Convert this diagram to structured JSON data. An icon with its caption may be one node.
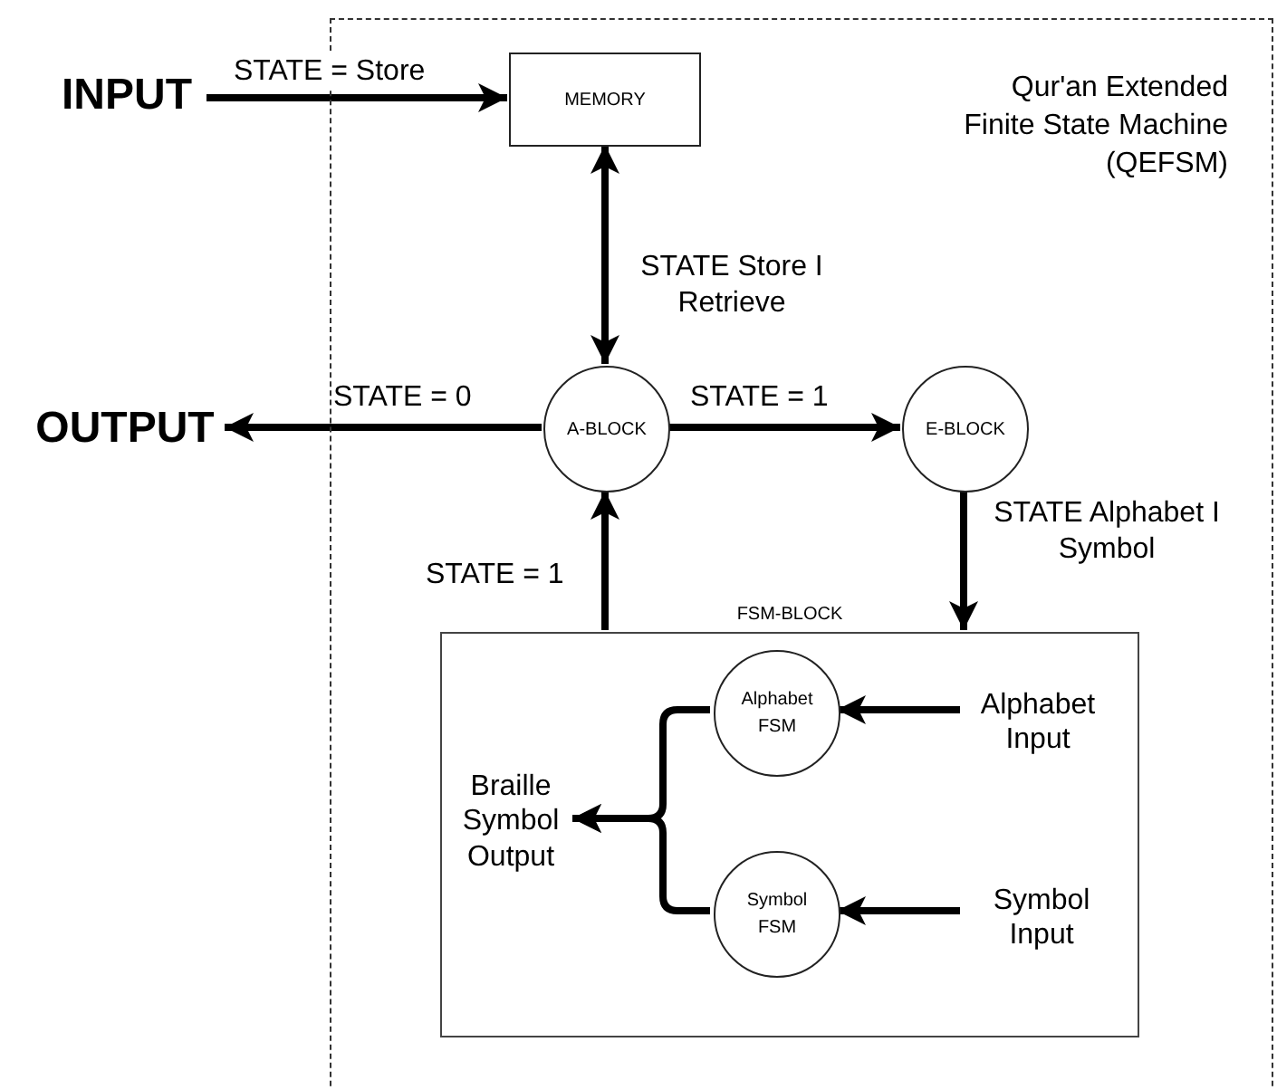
{
  "diagram": {
    "nodes": [
      {
        "text": [
          "Qur'an Extended Finite State Machine (QEFSM)"
        ]
      },
      {
        "text": [
          "INPUT"
        ]
      },
      {
        "text": [
          "MEMORY"
        ],
        "in": 0
      },
      {
        "text": [
          "OUTPUT"
        ]
      },
      {
        "text": [
          "A-BLOCK"
        ],
        "in": 0
      },
      {
        "text": [
          "E-BLOCK"
        ],
        "in": 0
      },
      {
        "text": [
          "FSM-BLOCK"
        ],
        "in": 0
      },
      {
        "text": [
          "Alphabet FSM"
        ],
        "in": 6
      },
      {
        "text": [
          "Alphabet Input"
        ],
        "in": 6
      },
      {
        "text": [
          "Braille Symbol Output"
        ],
        "in": 6
      },
      {
        "text": [
          "Symbol FSM"
        ],
        "in": 6
      },
      {
        "text": [
          "Symbol Input"
        ],
        "in": 6
      }
    ],
    "edges": [
      {
        "from": 1,
        "to": 2,
        "arrow": "to",
        "label": "STATE = Store"
      },
      {
        "from": 2,
        "to": 4,
        "arrow": "both",
        "label": "STATE Store I Retrieve"
      },
      {
        "from": 4,
        "to": 3,
        "arrow": "to",
        "label": "STATE = 0"
      },
      {
        "from": 4,
        "to": 5,
        "arrow": "to",
        "label": "STATE = 1"
      },
      {
        "from": 5,
        "to": 6,
        "arrow": "to",
        "label": "STATE Alphabet I Symbol"
      },
      {
        "from": 6,
        "to": 4,
        "arrow": "to",
        "label": "STATE = 1"
      },
      {
        "from": 8,
        "to": 7,
        "arrow": "to"
      },
      {
        "from": 11,
        "to": 10,
        "arrow": "to"
      },
      {
        "from": 7,
        "to": 9,
        "arrow": "to"
      },
      {
        "from": 10,
        "to": 9,
        "arrow": "to"
      }
    ]
  }
}
